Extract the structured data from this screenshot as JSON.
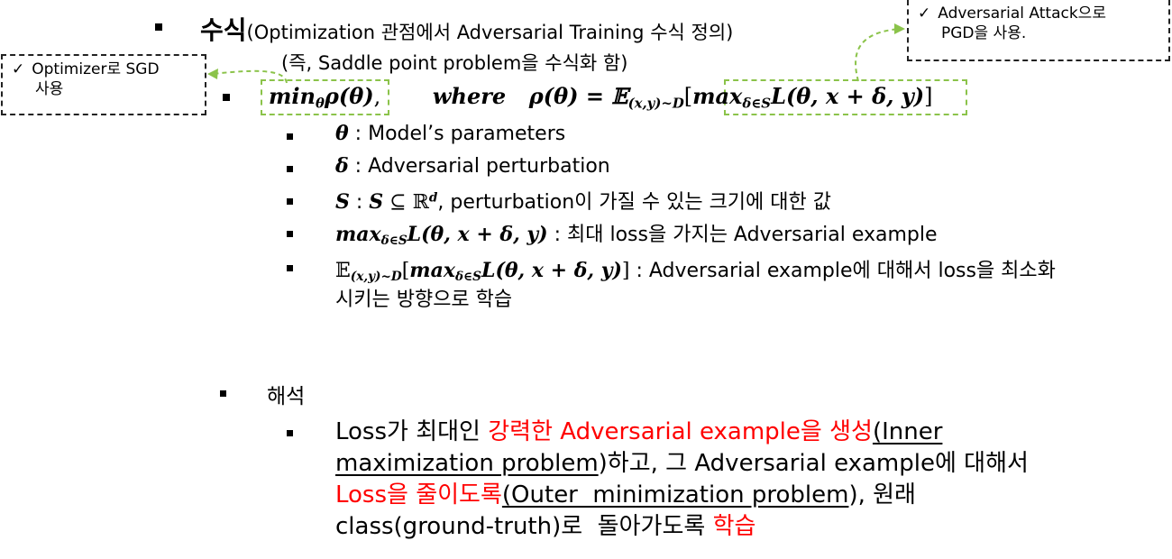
{
  "heading": {
    "title": "수식",
    "paren": "(Optimization 관점에서 Adversarial Training 수식 정의)",
    "sub": "(즉, Saddle point problem을 수식화 함)"
  },
  "notes": {
    "left_check": "✓",
    "left_line1": "Optimizer로 SGD",
    "left_line2": "사용",
    "right_check": "✓",
    "right_line1": "Adversarial Attack으로",
    "right_line2": "PGD을 사용."
  },
  "formula": {
    "min": "min",
    "min_sub": "θ",
    "rho": "ρ(θ)",
    "comma": ",",
    "where": "where",
    "rho2": "ρ(θ) = 𝔼",
    "e_sub": "(x,y)~D",
    "lbracket": "[",
    "max": "max",
    "max_sub": "δ∈S",
    "loss": "L(θ, x + δ, y)",
    "rbracket": "]"
  },
  "defs": {
    "theta_sym": "θ",
    "theta_text": " : Model’s parameters",
    "delta_sym": "δ",
    "delta_text": " : Adversarial perturbation",
    "s_sym": "S",
    "s_colon": " : ",
    "s_sym2": "S",
    "s_subset": " ⊆ ℝ",
    "s_sup": "d",
    "s_text": ", perturbation이 가질 수 있는 크기에 대한 값",
    "max_sym": "max",
    "max_sub": "δ∈S",
    "max_loss": "L(θ, x + δ, y)",
    "max_text": " : 최대 loss을 가지는 Adversarial example",
    "e_sym": "𝔼",
    "e_sub": "(x,y)~D",
    "e_open": "[",
    "e_max": "max",
    "e_max_sub": "δ∈S",
    "e_loss": "L(θ, x + δ, y)",
    "e_close": "]",
    "e_text": " : Adversarial example에 대해서 loss을 최소화",
    "e_text2": "시키는 방향으로 학습"
  },
  "interp": {
    "title": "해석",
    "t1": "Loss가 최대인 ",
    "t2": "강력한 Adversarial example을 생성",
    "t3": "(Inner",
    "t4": "maximization problem",
    "t5": ")하고, 그 Adversarial example에 대해서",
    "t6": "Loss을 줄이도록",
    "t7": "(Outer  minimization problem",
    "t8": "), 원래",
    "t9": "class(ground-truth)로  돌아가도록 ",
    "t10": "학습"
  }
}
